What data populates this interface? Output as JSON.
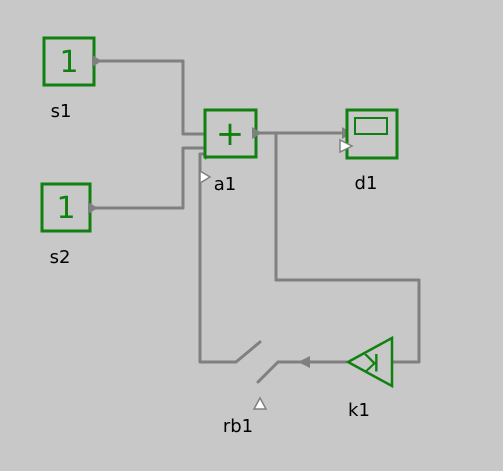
{
  "colors": {
    "background": "#c8c8c8",
    "block_stroke": "#108010",
    "wire": "#808080",
    "port": "#808080"
  },
  "blocks": {
    "s1": {
      "label": "s1",
      "value": "1",
      "icon": "constant-block"
    },
    "s2": {
      "label": "s2",
      "value": "1",
      "icon": "constant-block"
    },
    "a1": {
      "label": "a1",
      "symbol": "+",
      "icon": "sum-block"
    },
    "d1": {
      "label": "d1",
      "icon": "scope-display-block"
    },
    "k1": {
      "label": "k1",
      "symbol": "K",
      "icon": "gain-triangle-block"
    },
    "rb1": {
      "label": "rb1",
      "icon": "switch-block"
    }
  }
}
